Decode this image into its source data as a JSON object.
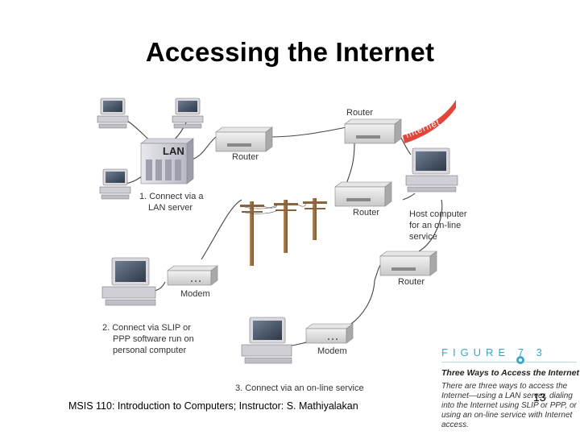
{
  "title": "Accessing the Internet",
  "diagram": {
    "labels": {
      "router_top": "Router",
      "router_left": "Router",
      "router_mid": "Router",
      "router_right": "Router",
      "lan": "LAN",
      "internet": "Internet",
      "lan_caption": [
        "1. Connect via a",
        "LAN server"
      ],
      "host_caption": [
        "Host computer",
        "for an on-line",
        "service"
      ],
      "modem_left": "Modem",
      "modem_bottom": "Modem",
      "slip_caption": [
        "2. Connect via SLIP or",
        "PPP software run on",
        "personal computer"
      ],
      "online_caption": "3. Connect via an on-line service"
    }
  },
  "figure": {
    "heading": "FIGURE 7 3",
    "title": "Three Ways to Access the Internet",
    "caption": "There are three ways to access the Internet—using a LAN server, dialing into the Internet using SLIP or PPP, or using an on-line service with Internet access."
  },
  "footer": "MSIS 110:  Introduction to Computers;  Instructor: S. Mathiyalakan",
  "page_number": "13",
  "colors": {
    "internet_band": "#e0463a",
    "figure_accent": "#3aa6c9"
  }
}
